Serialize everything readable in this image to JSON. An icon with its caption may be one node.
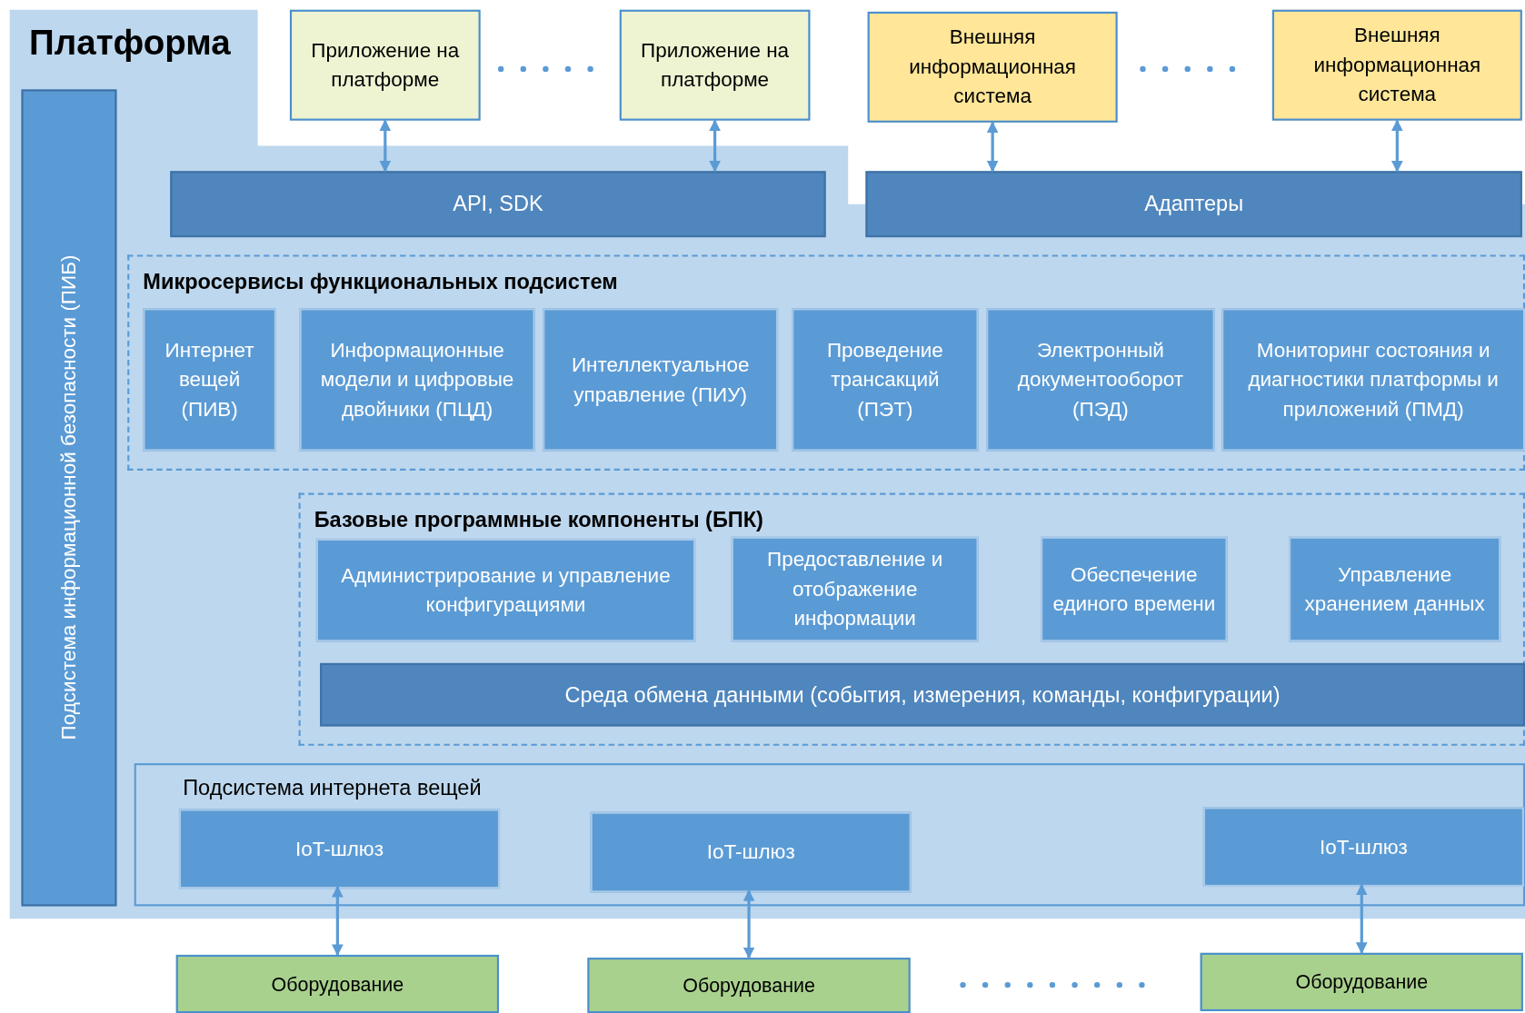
{
  "diagram": {
    "nodes": [
      {
        "text": [
          "Платформа"
        ]
      },
      {
        "text": [
          "Приложение на платформе"
        ]
      },
      {
        "text": [
          "Приложение на платформе"
        ]
      },
      {
        "text": [
          "Внешняя информационная система"
        ]
      },
      {
        "text": [
          "Внешняя информационная система"
        ]
      },
      {
        "text": [
          "Подсистема информационной безопасности (ПИБ)"
        ],
        "in": 0
      },
      {
        "text": [
          "API, SDK"
        ],
        "in": 0
      },
      {
        "text": [
          "Адаптеры"
        ],
        "in": 0
      },
      {
        "text": [
          "Микросервисы функциональных подсистем"
        ],
        "in": 0
      },
      {
        "text": [
          "Интернет вещей (ПИВ)"
        ],
        "in": 8
      },
      {
        "text": [
          "Информационные модели и цифровые двойники (ПЦД)"
        ],
        "in": 8
      },
      {
        "text": [
          "Интеллектуальное управление (ПИУ)"
        ],
        "in": 8
      },
      {
        "text": [
          "Проведение трансакций (ПЭТ)"
        ],
        "in": 8
      },
      {
        "text": [
          "Электронный документооборот (ПЭД)"
        ],
        "in": 8
      },
      {
        "text": [
          "Мониторинг состояния и диагностики платформы и приложений (ПМД)"
        ],
        "in": 8
      },
      {
        "text": [
          "Базовые программные компоненты (БПК)"
        ],
        "in": 0
      },
      {
        "text": [
          "Администрирование и управление конфигурациями"
        ],
        "in": 15
      },
      {
        "text": [
          "Предоставление и отображение информации"
        ],
        "in": 15
      },
      {
        "text": [
          "Обеспечение единого времени"
        ],
        "in": 15
      },
      {
        "text": [
          "Управление хранением данных"
        ],
        "in": 15
      },
      {
        "text": [
          "Среда обмена данными (события, измерения, команды, конфигурации)"
        ],
        "in": 15
      },
      {
        "text": [
          "Подсистема интернета вещей"
        ],
        "in": 0
      },
      {
        "text": [
          "IoT-шлюз"
        ],
        "in": 21
      },
      {
        "text": [
          "IoT-шлюз"
        ],
        "in": 21
      },
      {
        "text": [
          "IoT-шлюз"
        ],
        "in": 21
      },
      {
        "text": [
          "Оборудование"
        ]
      },
      {
        "text": [
          "Оборудование"
        ]
      },
      {
        "text": [
          "Оборудование"
        ]
      }
    ],
    "edges": [
      {
        "from": 1,
        "to": 6,
        "arrow": "both"
      },
      {
        "from": 2,
        "to": 6,
        "arrow": "both"
      },
      {
        "from": 3,
        "to": 7,
        "arrow": "both"
      },
      {
        "from": 4,
        "to": 7,
        "arrow": "both"
      },
      {
        "from": 22,
        "to": 25,
        "arrow": "both"
      },
      {
        "from": 23,
        "to": 26,
        "arrow": "both"
      },
      {
        "from": 24,
        "to": 27,
        "arrow": "both"
      }
    ]
  }
}
